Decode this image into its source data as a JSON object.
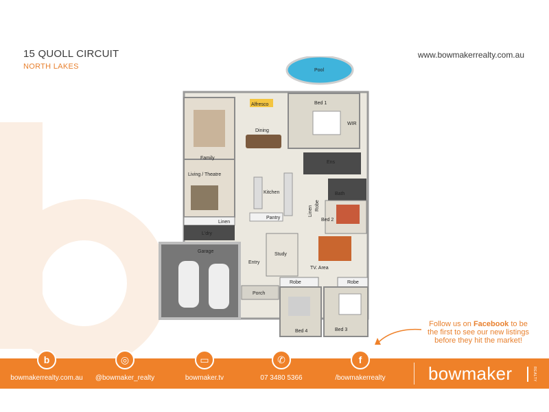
{
  "listing": {
    "address": "15 QUOLL CIRCUIT",
    "suburb": "NORTH LAKES",
    "website": "www.bowmakerrealty.com.au"
  },
  "floorplan": {
    "rooms": {
      "pool": "Pool",
      "alfresco": "Alfresco",
      "bed1": "Bed 1",
      "wir": "WIR",
      "dining": "Dining",
      "family": "Family",
      "ens": "Ens",
      "living": "Living / Theatre",
      "kitchen": "Kitchen",
      "bath": "Bath",
      "linen1": "Linen",
      "robe1": "Robe",
      "pantry": "Pantry",
      "bed2": "Bed 2",
      "linen2": "Linen",
      "laundry": "L'dry",
      "garage": "Garage",
      "study": "Study",
      "entry": "Entry",
      "tv_area": "TV. Area",
      "robe2": "Robe",
      "robe3": "Robe",
      "porch": "Porch",
      "bed4": "Bed 4",
      "bed3": "Bed 3"
    }
  },
  "promo": {
    "line1_pre": "Follow us on ",
    "line1_brand": "Facebook",
    "line1_post": " to be",
    "line2": "the first to see our new listings",
    "line3": "before they hit the market!"
  },
  "footer": {
    "items": [
      {
        "icon": "b-logo-icon",
        "label": "bowmakerrealty.com.au"
      },
      {
        "icon": "instagram-icon",
        "label": "@bowmaker_realty"
      },
      {
        "icon": "tv-icon",
        "label": "bowmaker.tv"
      },
      {
        "icon": "phone-icon",
        "label": "07 3480 5366"
      },
      {
        "icon": "facebook-icon",
        "label": "/bowmakerrealty"
      }
    ],
    "brand": "bowmaker",
    "brand_small": "REALTY"
  },
  "colors": {
    "accent": "#ef8129",
    "text": "#3a3a3a",
    "pool": "#3fb4dc"
  }
}
